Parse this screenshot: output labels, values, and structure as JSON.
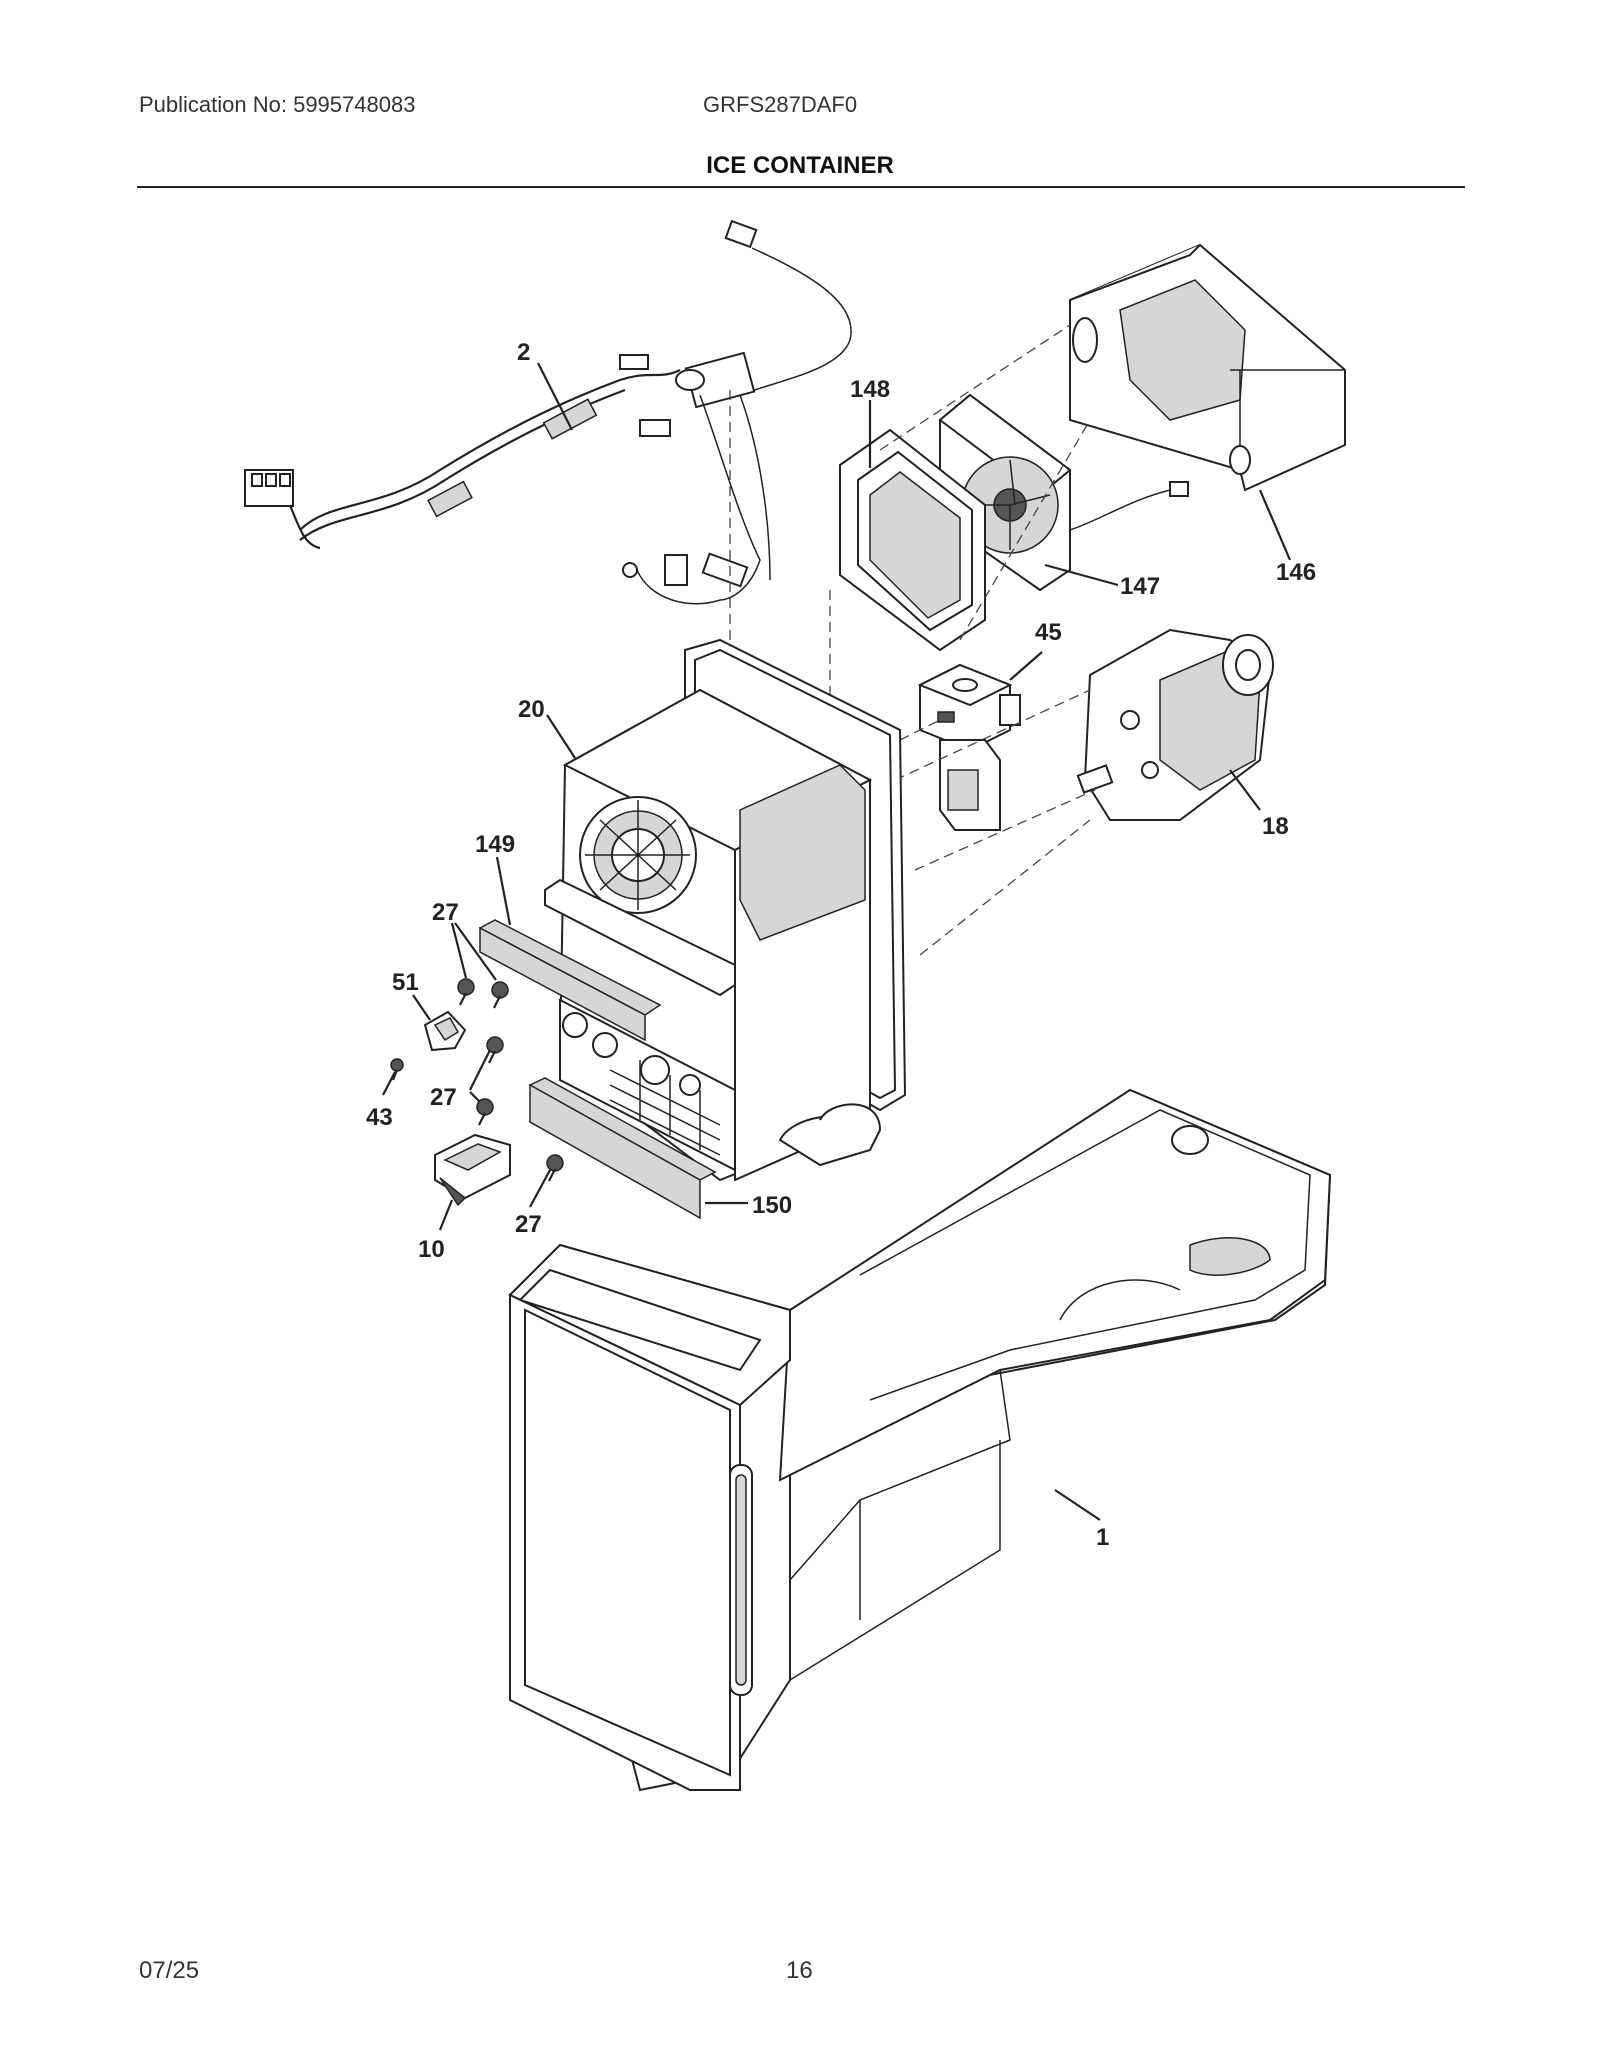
{
  "header": {
    "publication": "Publication No: 5995748083",
    "model": "GRFS287DAF0",
    "title": "ICE CONTAINER"
  },
  "footer": {
    "date": "07/25",
    "page": "16"
  },
  "callouts": {
    "c2": "2",
    "c148": "148",
    "c146": "146",
    "c147": "147",
    "c45": "45",
    "c20": "20",
    "c18": "18",
    "c149": "149",
    "c27a": "27",
    "c51": "51",
    "c43": "43",
    "c27b": "27",
    "c10": "10",
    "c27c": "27",
    "c150": "150",
    "c1": "1"
  }
}
